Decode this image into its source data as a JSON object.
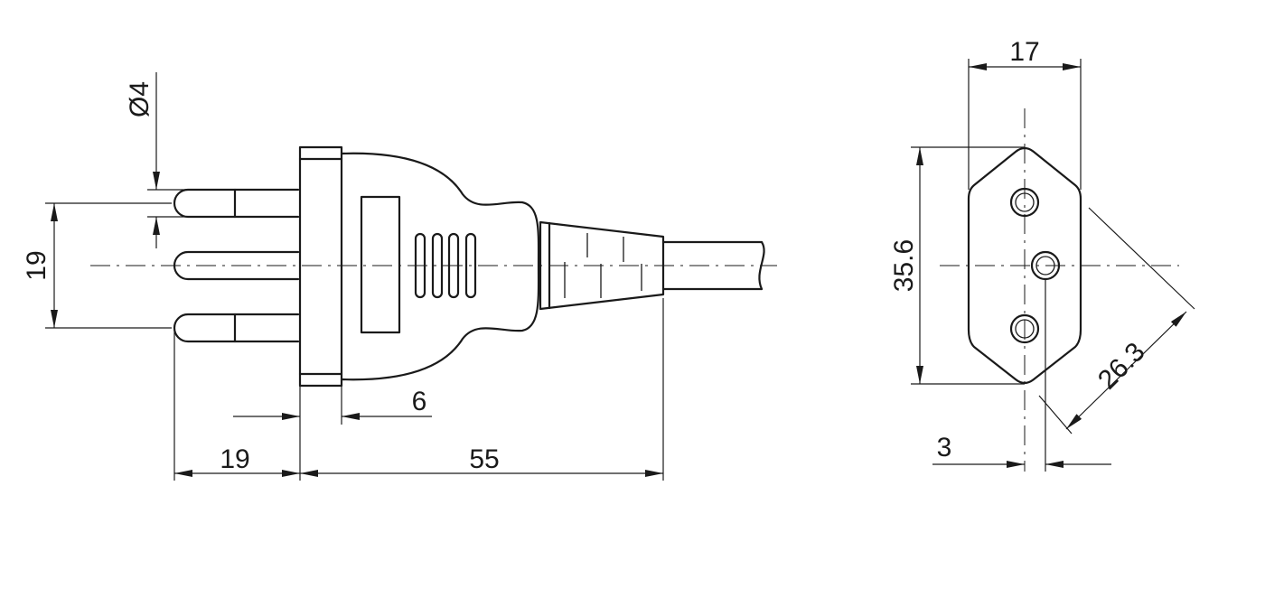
{
  "diagram": {
    "side_view": {
      "dimensions": {
        "pin_diameter": "Ø4",
        "pin_spacing": "19",
        "collar_thickness": "6",
        "pin_length": "19",
        "body_length": "55"
      }
    },
    "front_view": {
      "dimensions": {
        "width": "17",
        "height": "35.6",
        "edge_length": "26.3",
        "pin_offset": "3"
      }
    }
  }
}
